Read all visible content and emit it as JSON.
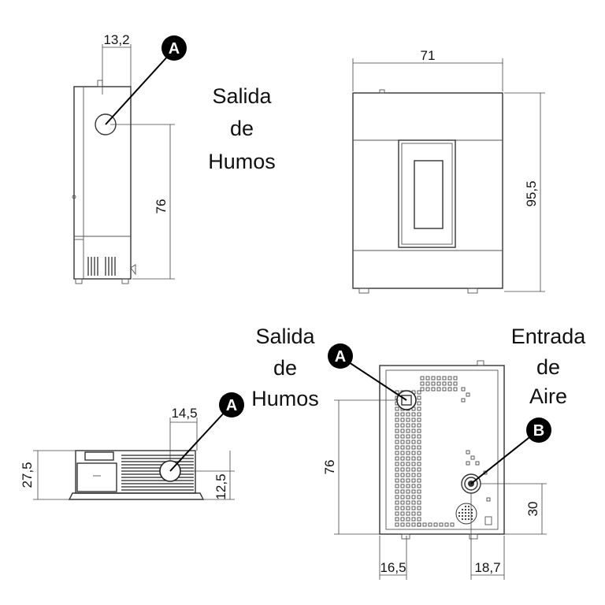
{
  "side_view": {
    "dim_outlet_offset": "13,2",
    "dim_outlet_height": "76",
    "callout": "A"
  },
  "front_view": {
    "dim_width": "71",
    "dim_height": "95,5"
  },
  "labels": {
    "smoke_outlet": [
      "Salida",
      "de",
      "Humos"
    ],
    "air_inlet": [
      "Entrada",
      "de",
      "Aire"
    ]
  },
  "top_view": {
    "dim_depth": "27,5",
    "dim_outlet_offset": "14,5",
    "dim_outlet_height": "12,5",
    "callout": "A"
  },
  "rear_view": {
    "dim_outlet_height": "76",
    "dim_inlet_height": "30",
    "dim_outlet_side": "16,5",
    "dim_inlet_side": "18,7",
    "callout_outlet": "A",
    "callout_inlet": "B"
  }
}
